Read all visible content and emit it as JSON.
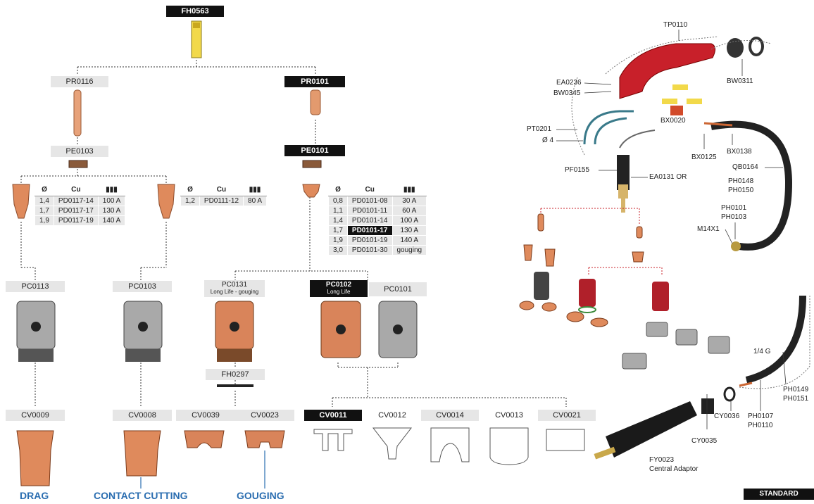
{
  "top_part": "FH0563",
  "left_branch": {
    "electrode": "PR0116",
    "swirl": "PE0103",
    "table_a": {
      "headers": [
        "Ø",
        "Cu"
      ],
      "rows": [
        [
          "1,4",
          "PD0117-14",
          "100 A"
        ],
        [
          "1,7",
          "PD0117-17",
          "130 A"
        ],
        [
          "1,9",
          "PD0117-19",
          "140 A"
        ]
      ]
    },
    "table_b": {
      "headers": [
        "Ø",
        "Cu"
      ],
      "rows": [
        [
          "1,2",
          "PD0111-12",
          "80 A"
        ]
      ]
    },
    "cap_a": "PC0113",
    "cap_b": "PC0103",
    "shield_a": "CV0009",
    "shield_b": "CV0008"
  },
  "right_branch": {
    "electrode": "PR0101",
    "swirl": "PE0101",
    "table": {
      "headers": [
        "Ø",
        "Cu"
      ],
      "rows": [
        [
          "0,8",
          "PD0101-08",
          "30 A"
        ],
        [
          "1,1",
          "PD0101-11",
          "60 A"
        ],
        [
          "1,4",
          "PD0101-14",
          "100 A"
        ],
        [
          "1,7",
          "PD0101-17",
          "130 A"
        ],
        [
          "1,9",
          "PD0101-19",
          "140 A"
        ],
        [
          "3,0",
          "PD0101-30",
          "gouging"
        ]
      ],
      "highlight_row": 3
    },
    "cap_gouging": "PC0131",
    "cap_gouging_sub": "Long Life - gouging",
    "cap_longlife": "PC0102",
    "cap_longlife_sub": "Long Life",
    "cap_std": "PC0101",
    "spacer": "FH0297",
    "shields_gouging": [
      "CV0039",
      "CV0023"
    ],
    "shields": [
      "CV0011",
      "CV0012",
      "CV0014",
      "CV0013",
      "CV0021"
    ]
  },
  "processes": [
    "DRAG",
    "CONTACT CUTTING",
    "GOUGING"
  ],
  "torch_callouts": {
    "tp": "TP0110",
    "bw0311": "BW0311",
    "ea0236": "EA0236",
    "bw0345": "BW0345",
    "bx0020": "BX0020",
    "pt0201": "PT0201",
    "d4": "Ø 4",
    "bx0125": "BX0125",
    "bx0138": "BX0138",
    "qb0164": "QB0164",
    "pf0155": "PF0155",
    "ea0131": "EA0131 OR",
    "ph0148": "PH0148",
    "ph0150": "PH0150",
    "ph0101": "PH0101",
    "ph0103": "PH0103",
    "m14": "M14X1",
    "quarter_g": "1/4 G",
    "ph0149": "PH0149",
    "ph0151": "PH0151",
    "ph0107": "PH0107",
    "ph0110": "PH0110",
    "cy0036": "CY0036",
    "cy0035": "CY0035",
    "fy0023": "FY0023",
    "central_adaptor": "Central Adaptor"
  },
  "badge": "STANDARD",
  "colors": {
    "copper": "#d9845a",
    "brand_blue": "#2a6db0",
    "red": "#c8202a",
    "label_gray": "#e6e6e6"
  }
}
